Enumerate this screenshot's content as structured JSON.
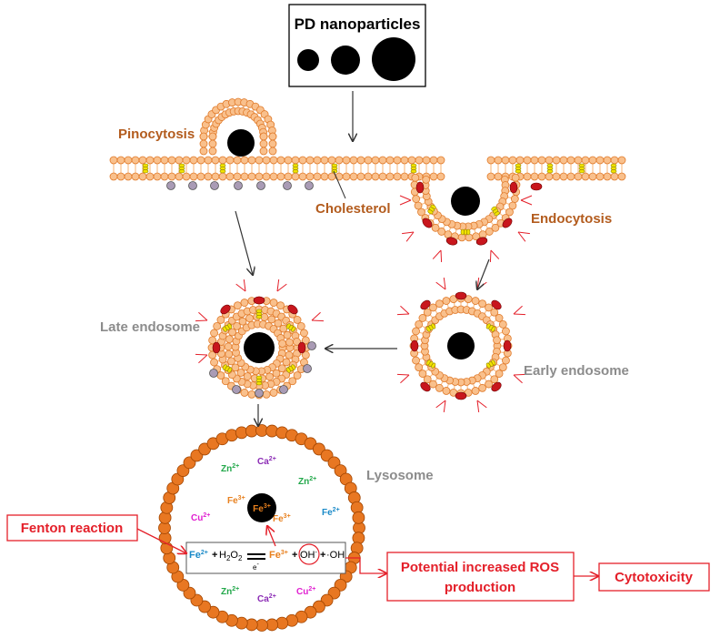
{
  "title_box": {
    "label": "PD nanoparticles"
  },
  "labels": {
    "pinocytosis": "Pinocytosis",
    "cholesterol": "Cholesterol",
    "endocytosis": "Endocytosis",
    "late_endosome": "Late endosome",
    "early_endosome": "Early endosome",
    "lysosome": "Lysosome",
    "fenton_reaction": "Fenton reaction",
    "ros_line1": "Potential increased ROS",
    "ros_line2": "production",
    "cytotoxicity": "Cytotoxicity"
  },
  "ions": {
    "zn_top": "Zn2+",
    "ca_top": "Ca2+",
    "zn_right": "Zn2+",
    "fe3_left": "Fe3+",
    "fe3_center": "Fe3+",
    "fe3_below": "Fe3+",
    "cu_left": "Cu2+",
    "fe2_right": "Fe2+",
    "zn_bottom": "Zn2+",
    "ca_bottom": "Ca2+",
    "cu_bottom": "Cu2+"
  },
  "reaction": {
    "fe2": "Fe2+",
    "plus": "+",
    "h2o2": "H2O2",
    "electron": "e-",
    "fe3": "Fe3+",
    "oh_minus": "OH-",
    "oh_radical": "·OH"
  },
  "colors": {
    "lipid_head": "#F9C08C",
    "lipid_outline": "#E07A2A",
    "lysosome_bead": "#E87722",
    "label_orange": "#B35C1E",
    "label_grey": "#8C8C8C",
    "red": "#E4202A",
    "receptor_red": "#C8161D",
    "protein_purple": "#A99BB5",
    "cholesterol_yellow": "#F2E200",
    "zn_green": "#22A84A",
    "ca_purple": "#8B2BB5",
    "cu_magenta": "#E020D0",
    "fe_blue": "#1A8AC8",
    "fe3_orange": "#E8801E"
  }
}
